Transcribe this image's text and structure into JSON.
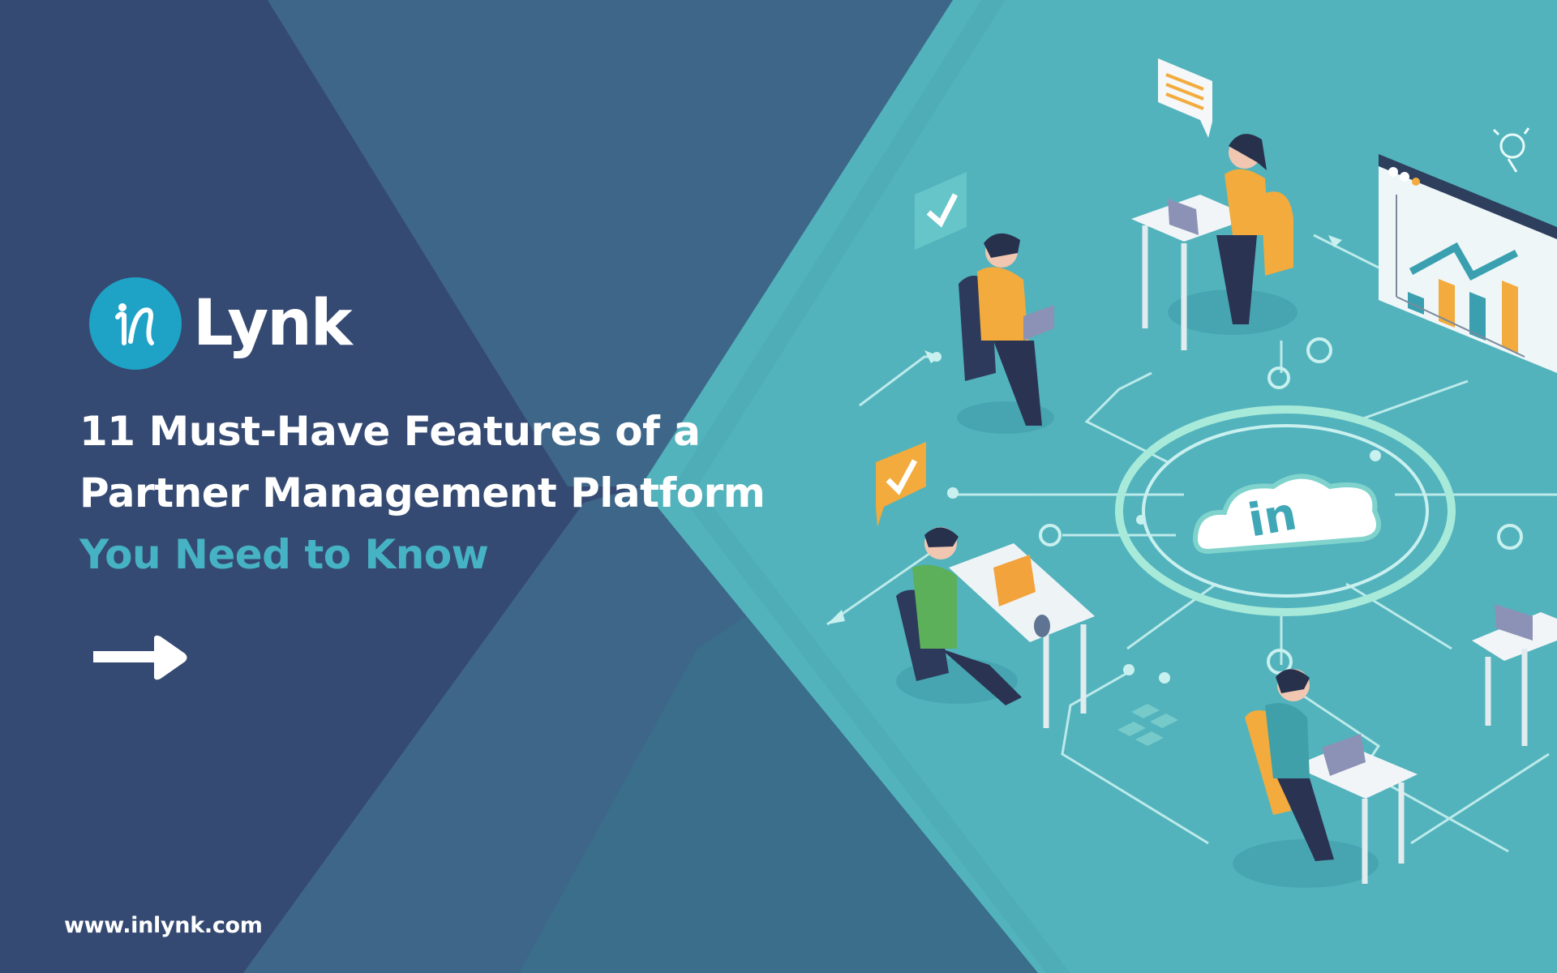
{
  "brand": {
    "logo_mark": "in",
    "logo_word": "Lynk",
    "logo_color": "#1ea3c6"
  },
  "headline": {
    "line1": "11 Must-Have Features of a",
    "line2": "Partner Management Platform",
    "line3": "You Need to Know",
    "accent_color": "#46b3c4"
  },
  "cta": {
    "icon": "arrow-right-icon"
  },
  "footer": {
    "url": "www.inlynk.com"
  },
  "illustration": {
    "hub_label": "in",
    "chart_panel": {
      "bars": [
        "teal",
        "orange",
        "teal",
        "orange"
      ],
      "trend": "up-arrow"
    },
    "icons": [
      "chat-bubble-icon",
      "checkmark-icon",
      "checkmark-bubble-icon",
      "lightbulb-icon",
      "cloud-icon"
    ]
  },
  "colors": {
    "navy": "#354a72",
    "slate_blue": "#3e6689",
    "teal_floor": "#52b3bd",
    "teal_dark": "#3a7a8e",
    "orange": "#f2ab3c",
    "white": "#ffffff"
  }
}
